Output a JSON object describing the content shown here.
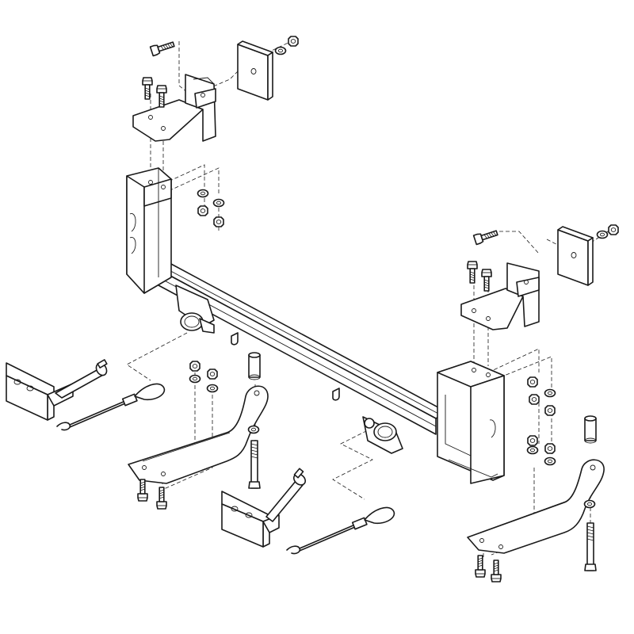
{
  "diagram": {
    "type": "exploded-parts-diagram",
    "subject": "trailer-hitch-receiver-assembly",
    "colors": {
      "line": "#1a1a1a",
      "background": "#ffffff"
    },
    "components": [
      "cross-tube",
      "left-side-plate",
      "right-side-plate",
      "left-upper-bracket",
      "right-upper-bracket",
      "left-spacer-plate",
      "right-spacer-plate",
      "left-lower-arm",
      "right-lower-arm",
      "left-tow-bracket",
      "center-tow-bracket",
      "left-safety-cable",
      "center-safety-cable",
      "hardware-bolts-nuts-washers"
    ]
  }
}
